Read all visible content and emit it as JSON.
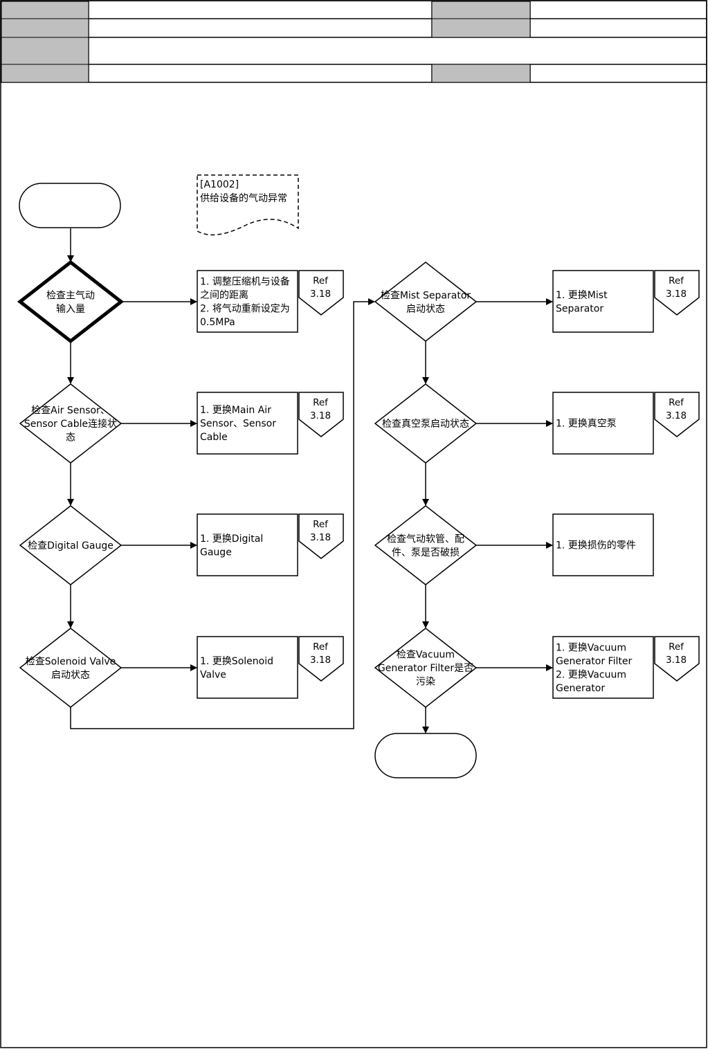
{
  "note": {
    "lines": [
      "[A1002]",
      "供给设备的气动异常"
    ]
  },
  "left_column": [
    {
      "decision": [
        "检查主气动",
        "输入量"
      ],
      "action": [
        "1. 调整压缩机与设备",
        "之间的距离",
        "2. 将气动重新设定为",
        "0.5MPa"
      ],
      "ref": [
        "Ref",
        "3.18"
      ]
    },
    {
      "decision": [
        "检查Air Sensor、",
        "Sensor Cable连接状",
        "态"
      ],
      "action": [
        "1. 更换Main Air",
        "Sensor、Sensor",
        "Cable"
      ],
      "ref": [
        "Ref",
        "3.18"
      ]
    },
    {
      "decision": [
        "检查Digital Gauge"
      ],
      "action": [
        "1. 更换Digital",
        "Gauge"
      ],
      "ref": [
        "Ref",
        "3.18"
      ]
    },
    {
      "decision": [
        "检查Solenoid Valve",
        "启动状态"
      ],
      "action": [
        "1. 更换Solenoid",
        "Valve"
      ],
      "ref": [
        "Ref",
        "3.18"
      ]
    }
  ],
  "right_column": [
    {
      "decision": [
        "检查Mist Separator",
        "启动状态"
      ],
      "action": [
        "1. 更换Mist",
        "Separator"
      ],
      "ref": [
        "Ref",
        "3.18"
      ]
    },
    {
      "decision": [
        "检查真空泵启动状态"
      ],
      "action": [
        "1. 更换真空泵"
      ],
      "ref": [
        "Ref",
        "3.18"
      ]
    },
    {
      "decision": [
        "检查气动软管、配",
        "件、泵是否破损"
      ],
      "action": [
        "1. 更换损伤的零件"
      ],
      "ref": []
    },
    {
      "decision": [
        "检查Vacuum",
        "Generator Filter是否",
        "污染"
      ],
      "action": [
        "1. 更换Vacuum",
        "Generator Filter",
        "2. 更换Vacuum",
        "Generator"
      ],
      "ref": [
        "Ref",
        "3.18"
      ]
    }
  ]
}
